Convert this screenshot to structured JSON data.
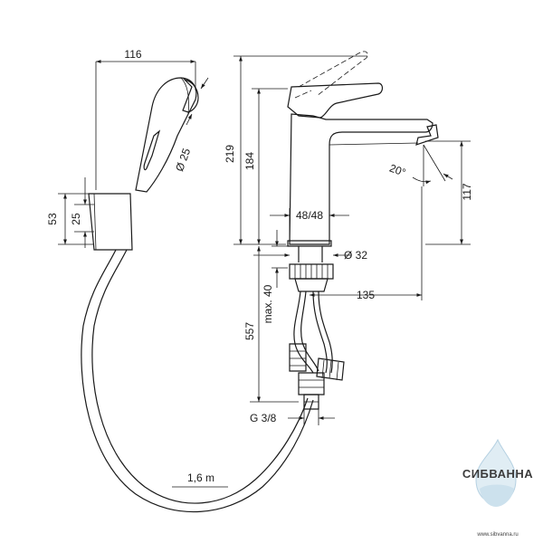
{
  "dimensions": {
    "d116": "116",
    "d25_dia": "Ø 25",
    "d53": "53",
    "d25": "25",
    "d219": "219",
    "d184": "184",
    "d20deg": "20°",
    "d117": "117",
    "d48": "48/48",
    "d32_dia": "Ø 32",
    "d135": "135",
    "max40": "max. 40",
    "d557": "557",
    "g38": "G 3/8",
    "hose": "1,6 m"
  },
  "watermark": {
    "brand": "СИБВАННА",
    "url": "www.sibvanna.ru",
    "color": "#9fc3da"
  }
}
